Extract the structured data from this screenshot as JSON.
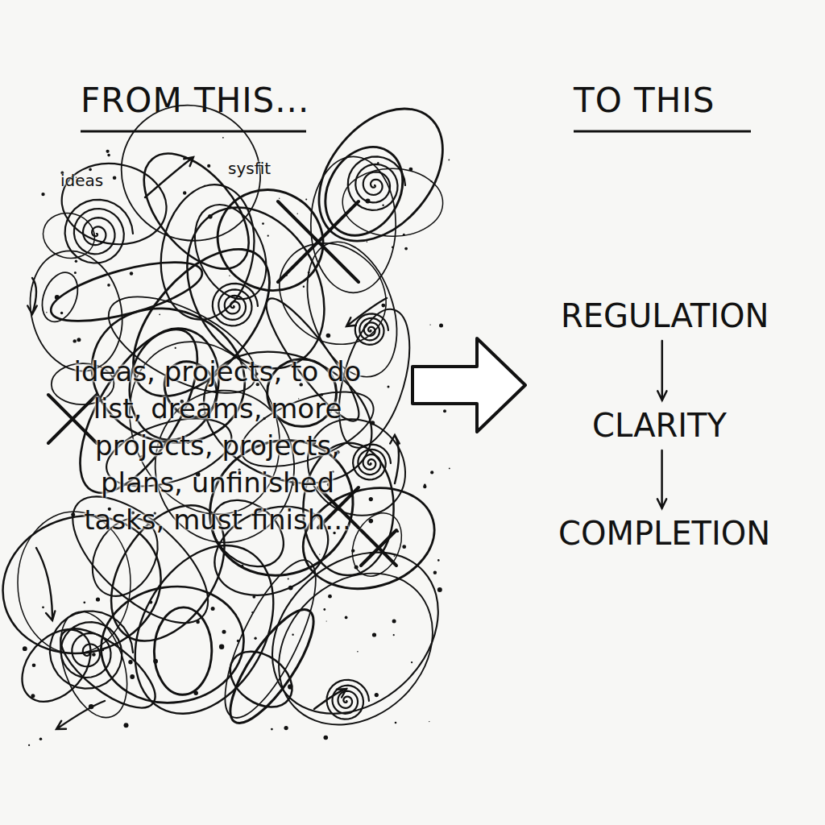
{
  "diagram": {
    "nodes": [
      {
        "text": [
          "REGULATION"
        ]
      },
      {
        "text": [
          "CLARITY"
        ]
      },
      {
        "text": [
          "COMPLETION"
        ]
      }
    ],
    "edges": [
      {
        "from": 0,
        "to": 1,
        "arrow": "to"
      },
      {
        "from": 1,
        "to": 2,
        "arrow": "to"
      }
    ],
    "labels": [
      "FROM THIS...",
      "TO THIS",
      "ideas",
      "sysfit",
      "ideas, projects, to do list, dreams, more projects, projects, plans, unfinished tasks, must finish..."
    ]
  }
}
